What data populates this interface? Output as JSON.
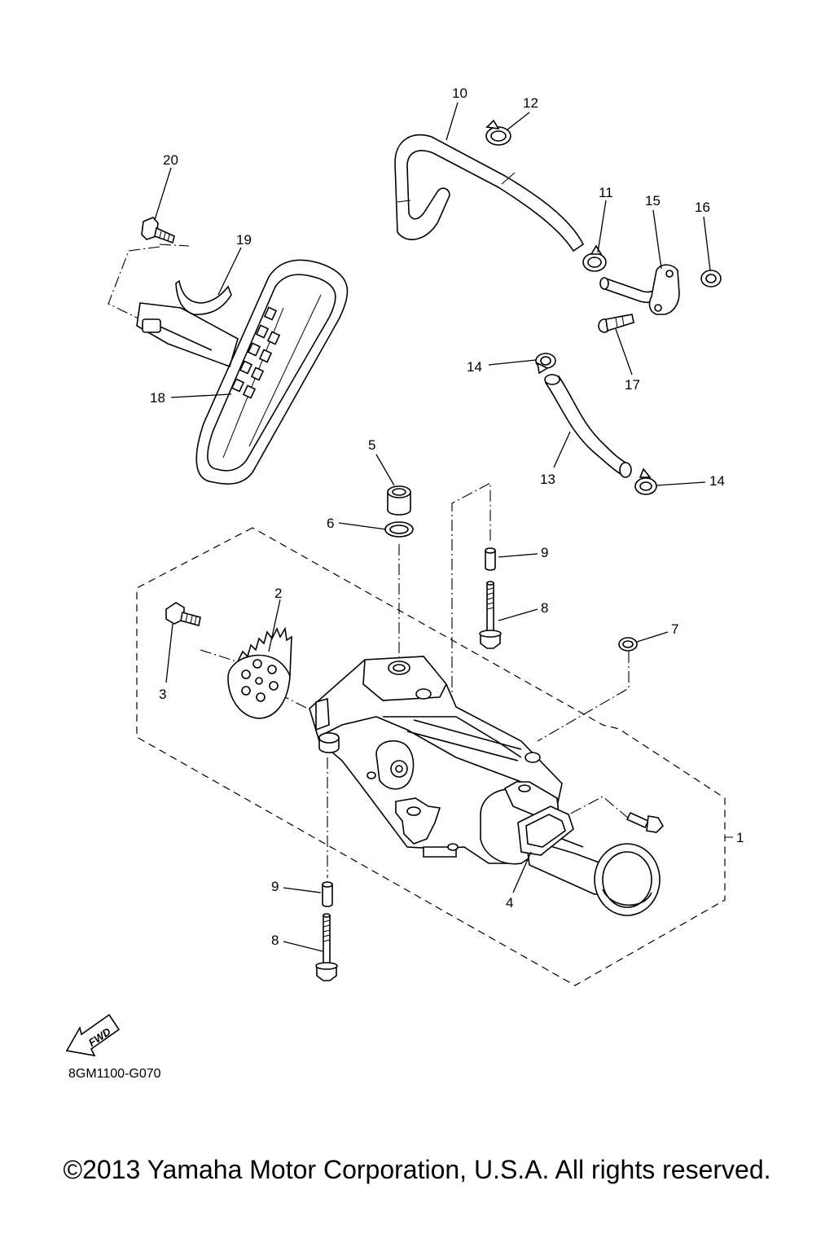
{
  "diagram": {
    "callouts": [
      "1",
      "2",
      "3",
      "4",
      "5",
      "6",
      "7",
      "8",
      "8",
      "9",
      "9",
      "10",
      "11",
      "12",
      "13",
      "14",
      "14",
      "15",
      "16",
      "17",
      "18",
      "19",
      "20"
    ],
    "fwd_label": "FWD",
    "drawing_code": "8GM1100-G070",
    "copyright": "©2013 Yamaha Motor Corporation, U.S.A. All rights reserved."
  }
}
